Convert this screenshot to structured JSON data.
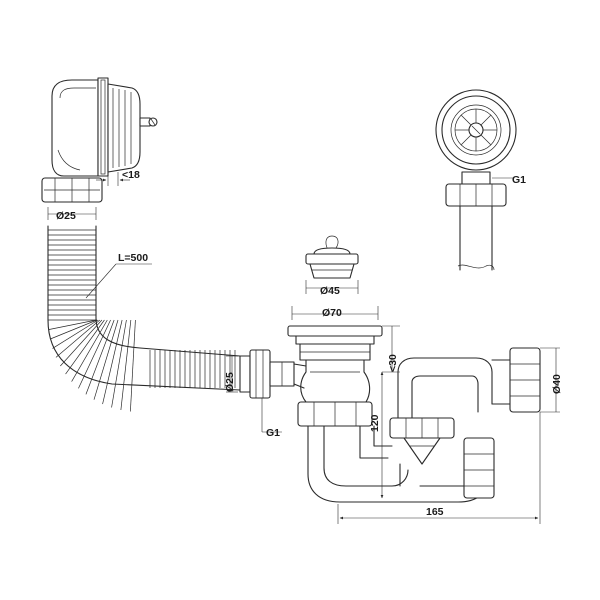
{
  "labels": {
    "overflow_depth": "<18",
    "overflow_pipe_dia": "Ø25",
    "hose_length": "L=500",
    "overflow_thread": "G1",
    "plug_dia": "Ø45",
    "flange_dia": "Ø70",
    "hose_end_dia": "Ø25",
    "inlet_thread": "G1",
    "flange_height": "<30",
    "trap_height": "120",
    "outlet_dia": "Ø40",
    "trap_length": "165"
  },
  "colors": {
    "line": "#2a2a2a",
    "background": "#ffffff"
  }
}
